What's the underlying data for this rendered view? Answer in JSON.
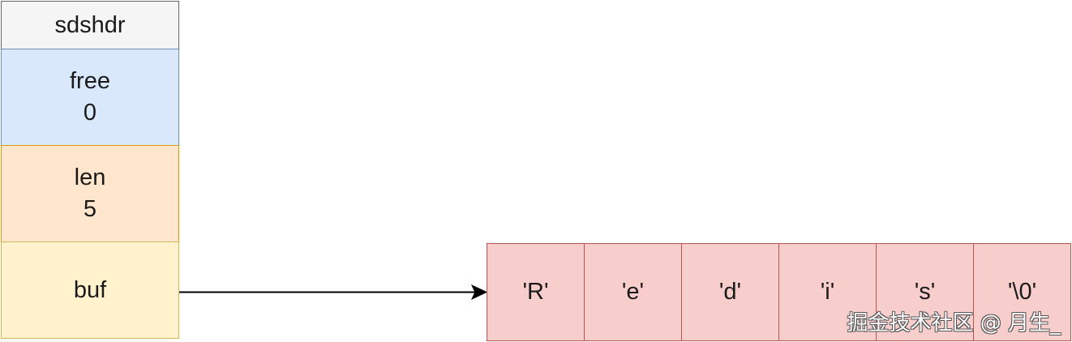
{
  "sdshdr": {
    "header": "sdshdr",
    "fields": [
      {
        "name": "free",
        "value": "0"
      },
      {
        "name": "len",
        "value": "5"
      },
      {
        "name": "buf"
      }
    ]
  },
  "buffer": {
    "cells": [
      "'R'",
      "'e'",
      "'d'",
      "'i'",
      "'s'",
      "'\\0'"
    ]
  },
  "watermark": "掘金技术社区 @ 月生_"
}
